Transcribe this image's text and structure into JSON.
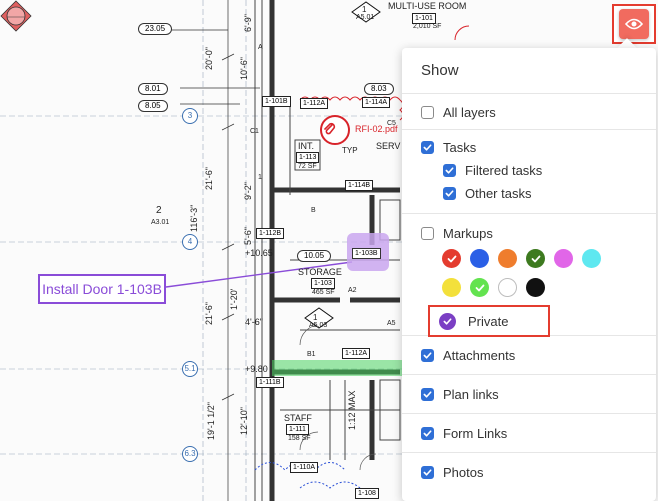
{
  "blueprint": {
    "room_multi_use": "MULTI-USE ROOM",
    "room_multi_use_tag": "1-101",
    "room_multi_use_area": "2,010 SF",
    "section_marker_top": "1",
    "section_marker_top_sheet": "A5.01",
    "dim_23_05": "23.05",
    "dim_8_01": "8.01",
    "dim_8_05": "8.05",
    "dim_8_03": "8.03",
    "dim_10_05": "10.05",
    "dim_10_65": "+10.65",
    "dim_9_80": "+9.80",
    "dim_20_0": "20'-0\"",
    "dim_10_6": "10'-6\"",
    "dim_9_2": "9'-2\"",
    "dim_21_6": "21'-6\"",
    "dim_116_3": "116'-3\"",
    "dim_5_6": "5'-6\"",
    "dim_1_20": "1'-20'",
    "dim_4_6": "4'-6\"",
    "dim_1_12_max": "1:12 MAX",
    "dim_19_1": "19'-1 1/2\"",
    "dim_12_10": "12'-10\"",
    "dim_6_9": "6'-9\"",
    "grid_3": "3",
    "grid_4": "4",
    "grid_5_1": "5.1",
    "grid_6_3": "6.3",
    "tag_1_101b": "1-101B",
    "tag_1_112a": "1-112A",
    "tag_1_114a": "1-114A",
    "tag_1_114b": "1-114B",
    "tag_1_112b": "1-112B",
    "tag_1_103b": "1-103B",
    "tag_1_112a_b": "1-112A",
    "tag_1_111b": "1-111B",
    "tag_1_110a": "1-110A",
    "tag_1_108": "1-108",
    "rfi_label": "RFI-02.pdf",
    "typ_label": "TYP",
    "int_label": "INT.",
    "serv_label": "SERV",
    "int_tag": "1-113",
    "int_area": "72 SF",
    "storage_label": "STORAGE",
    "storage_tag": "1-103",
    "storage_area": "465 SF",
    "staff_label": "STAFF",
    "staff_tag": "1-111",
    "staff_area": "158 SF",
    "section_marker_mid": "1",
    "section_marker_mid_sheet": "A5.03",
    "section_red_num": "2",
    "section_red_sheet": "A3.01",
    "a2_label": "A2",
    "b1_label": "B1",
    "a5_label": "A5",
    "a_label": "A",
    "c1_label": "C1",
    "c5_label": "C5",
    "b_label": "B",
    "r1_label": "1"
  },
  "annotation": {
    "install_door": "Install Door 1-103B"
  },
  "eye_toggle": {
    "icon": "eye-icon",
    "bg": "#f16b5f",
    "highlight": "#e43c2f"
  },
  "show_panel": {
    "title": "Show",
    "all_layers": {
      "label": "All layers",
      "checked": false
    },
    "tasks": {
      "label": "Tasks",
      "checked": true
    },
    "filtered_tasks": {
      "label": "Filtered tasks",
      "checked": true
    },
    "other_tasks": {
      "label": "Other tasks",
      "checked": true
    },
    "markups": {
      "label": "Markups",
      "checked": false
    },
    "private": {
      "label": "Private",
      "checked": true,
      "color": "#7b3fc4"
    },
    "attachments": {
      "label": "Attachments",
      "checked": true
    },
    "plan_links": {
      "label": "Plan links",
      "checked": true
    },
    "form_links": {
      "label": "Form Links",
      "checked": true
    },
    "photos": {
      "label": "Photos",
      "checked": true
    },
    "colors": [
      {
        "hex": "#e43c2f",
        "checked": true
      },
      {
        "hex": "#2a5fe6",
        "checked": false
      },
      {
        "hex": "#ef7d2d",
        "checked": false
      },
      {
        "hex": "#3d7a1f",
        "checked": true
      },
      {
        "hex": "#e166e8",
        "checked": false
      },
      {
        "hex": "#5ee8f0",
        "checked": false
      },
      {
        "hex": "#f3e03b",
        "checked": false
      },
      {
        "hex": "#63e34f",
        "checked": true
      },
      {
        "hex": "#ffffff",
        "checked": false
      },
      {
        "hex": "#111111",
        "checked": false
      }
    ],
    "checkbox_color": "#2f6fd6"
  }
}
